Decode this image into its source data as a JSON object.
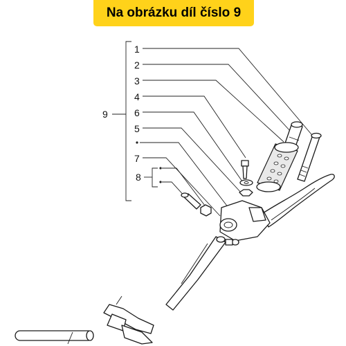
{
  "header": {
    "title": "Na obrázku díl číslo 9",
    "color": "#ffd21a"
  },
  "labels": {
    "group": "9",
    "item1": "1",
    "item2": "2",
    "item3": "3",
    "item4": "4",
    "item6": "6",
    "item5": "5",
    "item7": "7",
    "item8": "8"
  }
}
